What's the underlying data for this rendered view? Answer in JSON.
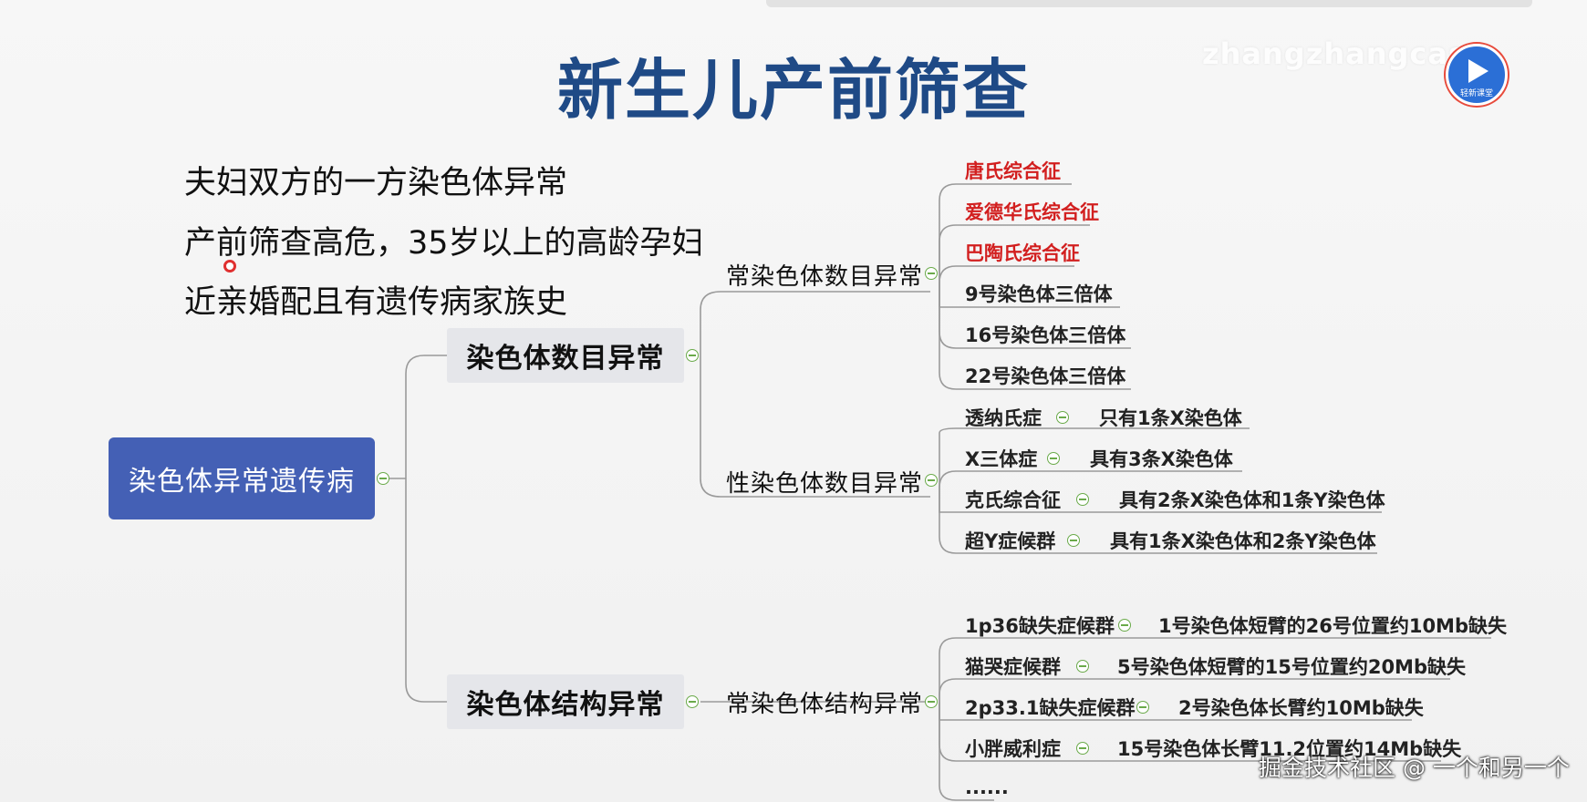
{
  "slide": {
    "title": "新生儿产前筛查",
    "watermark": "zhangzhangcas",
    "logo_caption": "轻新课堂"
  },
  "intro": [
    "夫妇双方的一方染色体异常",
    "产前筛查高危，35岁以上的高龄孕妇",
    "近亲婚配且有遗传病家族史"
  ],
  "mindmap": {
    "root": "染色体异常遗传病",
    "branch1": {
      "label": "染色体数目异常",
      "sub1": {
        "label": "常染色体数目异常",
        "leaves": [
          "唐氏综合征",
          "爱德华氏综合征",
          "巴陶氏综合征",
          "9号染色体三倍体",
          "16号染色体三倍体",
          "22号染色体三倍体"
        ]
      },
      "sub2": {
        "label": "性染色体数目异常",
        "leaves": [
          {
            "name": "透纳氏症",
            "desc": "只有1条X染色体"
          },
          {
            "name": "X三体症",
            "desc": "具有3条X染色体"
          },
          {
            "name": "克氏综合征",
            "desc": "具有2条X染色体和1条Y染色体"
          },
          {
            "name": "超Y症候群",
            "desc": "具有1条X染色体和2条Y染色体"
          }
        ]
      }
    },
    "branch2": {
      "label": "染色体结构异常",
      "sub1": {
        "label": "常染色体结构异常",
        "leaves": [
          {
            "name": "1p36缺失症候群",
            "desc": "1号染色体短臂的26号位置约10Mb缺失"
          },
          {
            "name": "猫哭症候群",
            "desc": "5号染色体短臂的15号位置约20Mb缺失"
          },
          {
            "name": "2p33.1缺失症候群",
            "desc": "2号染色体长臂约10Mb缺失"
          },
          {
            "name": "小胖威利症",
            "desc": "15号染色体长臂11.2位置约14Mb缺失"
          },
          {
            "name": "......",
            "desc": ""
          }
        ]
      }
    }
  },
  "footer": "掘金技术社区 @ 一个和另一个",
  "colors": {
    "title": "#1f4a86",
    "root_fill": "#4460b5",
    "highlight": "#d21f1f",
    "line": "#9a9a9a"
  }
}
